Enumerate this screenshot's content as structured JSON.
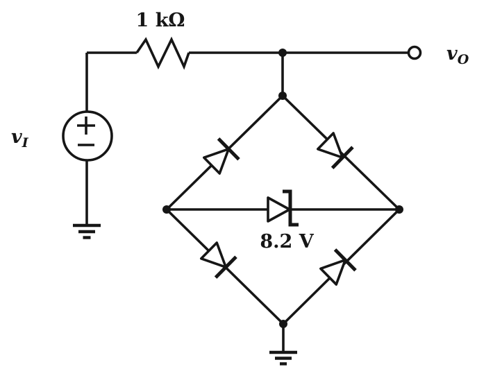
{
  "figure": {
    "kind": "circuit-schematic",
    "description": "Zener bridge limiter: input source drives a 1 kOhm resistor feeding the output node; a four-diode bridge with an 8.2 V zener across its middle hangs from the output node to ground.",
    "background_color": "#ffffff",
    "ink_color": "#161616"
  },
  "labels": {
    "resistor_value": "1 kΩ",
    "zener_voltage": "8.2 V",
    "input": {
      "base": "v",
      "sub": "I"
    },
    "output": {
      "base": "v",
      "sub": "O"
    }
  },
  "components": [
    {
      "id": "vi-source",
      "type": "independent-voltage-source",
      "label": "vI",
      "polarity": "+ top, − bottom"
    },
    {
      "id": "r1",
      "type": "resistor",
      "value": "1 kΩ",
      "position": "top rail"
    },
    {
      "id": "d1",
      "type": "diode",
      "branch": "left node to top node",
      "cathode_toward": "top node"
    },
    {
      "id": "d2",
      "type": "diode",
      "branch": "top node to right node",
      "cathode_toward": "right node"
    },
    {
      "id": "d3",
      "type": "diode",
      "branch": "left node to bottom node",
      "cathode_toward": "bottom node"
    },
    {
      "id": "d4",
      "type": "diode",
      "branch": "bottom node to right node",
      "cathode_toward": "right node"
    },
    {
      "id": "dz",
      "type": "zener-diode",
      "value": "8.2 V",
      "branch": "left node to right node",
      "cathode_toward": "right node"
    },
    {
      "id": "out",
      "type": "open-circle-terminal",
      "label": "vO"
    },
    {
      "id": "gnd1",
      "type": "ground",
      "position": "below source"
    },
    {
      "id": "gnd2",
      "type": "ground",
      "position": "below bridge bottom node"
    }
  ]
}
